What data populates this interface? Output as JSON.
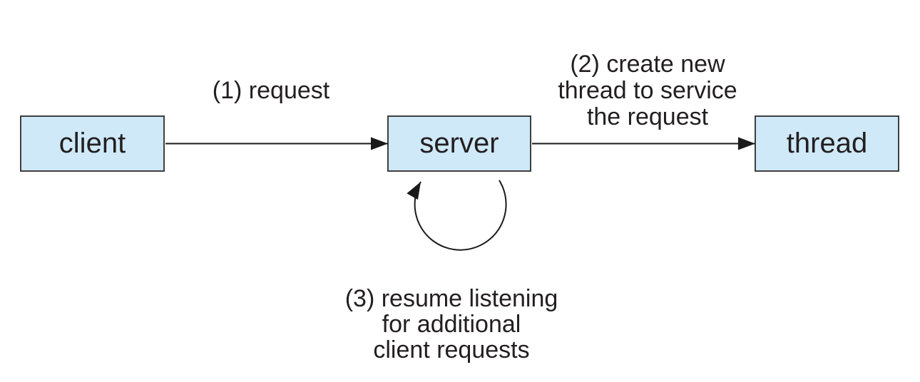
{
  "colors": {
    "background": "#ffffff",
    "node_fill": "#cfe9f8",
    "node_border": "#3f3f3f",
    "line": "#1a1a1a",
    "text": "#231f20"
  },
  "nodes": {
    "client": {
      "label": "client"
    },
    "server": {
      "label": "server"
    },
    "thread": {
      "label": "thread"
    }
  },
  "annotations": {
    "step1": {
      "lines": [
        "(1) request"
      ]
    },
    "step2": {
      "lines": [
        "(2) create new",
        "thread to service",
        "the request"
      ]
    },
    "step3": {
      "lines": [
        "(3) resume listening",
        "for additional",
        "client requests"
      ]
    }
  }
}
